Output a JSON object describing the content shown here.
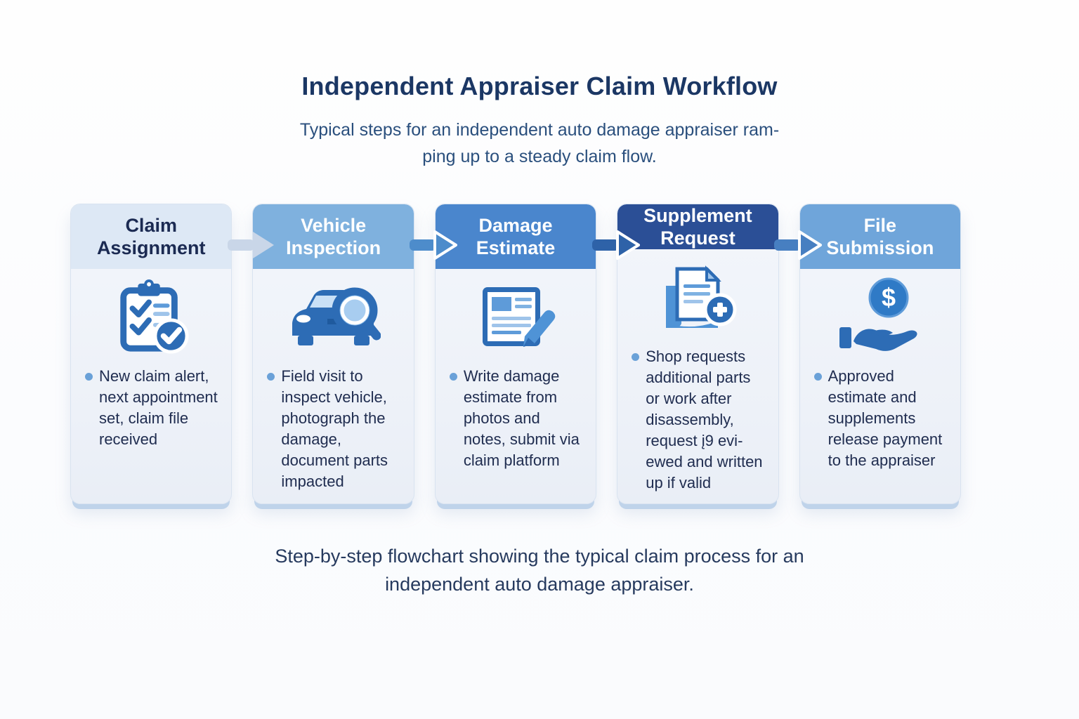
{
  "header": {
    "title": "Independent Appraiser Claim Workflow",
    "subtitle_line1": "Typical steps for an independent auto damage appraiser ram-",
    "subtitle_line2": "ping up to a steady claim flow."
  },
  "cards": [
    {
      "title": "Claim Assignment",
      "icon": "clipboard-check-icon",
      "bullet": "New claim alert, next appointment set, claim file received",
      "header_bg": "#dde8f5",
      "header_text": "#1b2a52"
    },
    {
      "title": "Vehicle Inspection",
      "icon": "car-magnifier-icon",
      "bullet": "Field visit to inspect vehicle, photograph the damage, document parts impacted",
      "header_bg": "#7fb1de",
      "header_text": "#ffffff"
    },
    {
      "title": "Damage Estimate",
      "icon": "estimate-pen-icon",
      "bullet": "Write damage estimate from photos and notes, submit via claim platform",
      "header_bg": "#4a86cd",
      "header_text": "#ffffff"
    },
    {
      "title": "Supplement Request",
      "icon": "document-plus-icon",
      "bullet": "Shop requests additional parts or work after disassembly, request į9 evi-ewed and written up if valid",
      "header_bg": "#2b4f96",
      "header_text": "#ffffff"
    },
    {
      "title": "File Submission",
      "icon": "payment-hand-icon",
      "bullet": "Approved estimate and supplements release payment to the appraiser",
      "header_bg": "#6fa5da",
      "header_text": "#ffffff"
    }
  ],
  "arrows": [
    {
      "color": "#c9d6e8"
    },
    {
      "color": "#4d8ccb"
    },
    {
      "color": "#2e62a8"
    },
    {
      "color": "#477fc1"
    }
  ],
  "caption": {
    "line1": "Step-by-step flowchart showing the typical claim process for an",
    "line2": "independent auto damage appraiser."
  },
  "palette": {
    "icon_primary": "#2d6cb5",
    "icon_light": "#9fc4ea",
    "icon_mid": "#5e9bd9",
    "card_shadow": "#bfd3ea",
    "bullet_dot": "#6aa1d8",
    "title_color": "#1b3764"
  }
}
